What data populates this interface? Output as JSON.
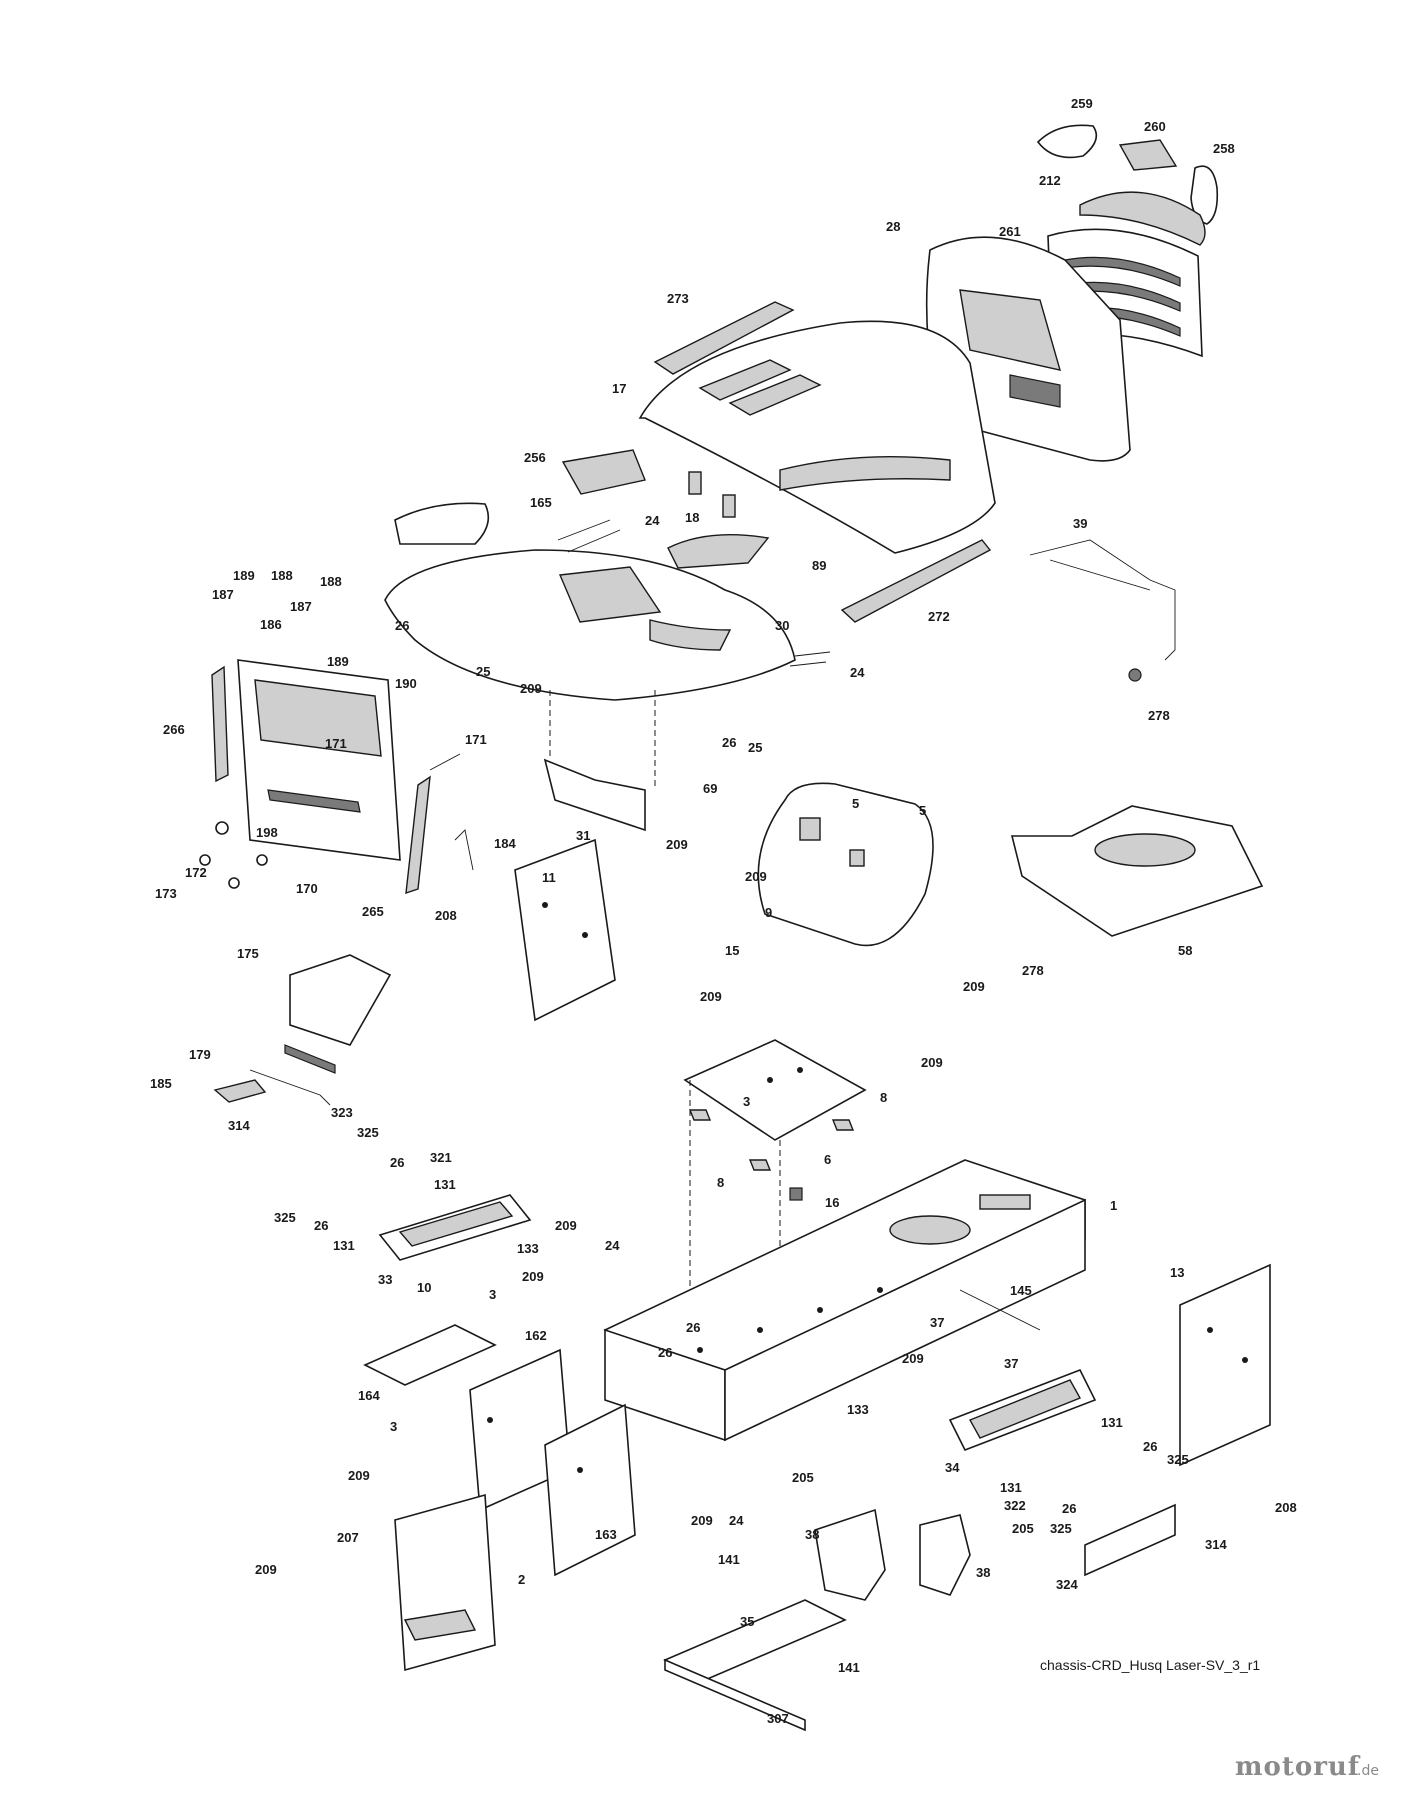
{
  "diagram": {
    "caption": "chassis-CRD_Husq Laser-SV_3_r1",
    "brand": {
      "name": "motoruf",
      "suffix": ".de"
    },
    "labels": [
      {
        "id": "l259",
        "text": "259"
      },
      {
        "id": "l260",
        "text": "260"
      },
      {
        "id": "l258",
        "text": "258"
      },
      {
        "id": "l212",
        "text": "212"
      },
      {
        "id": "l28",
        "text": "28"
      },
      {
        "id": "l261",
        "text": "261"
      },
      {
        "id": "l273",
        "text": "273"
      },
      {
        "id": "l17",
        "text": "17"
      },
      {
        "id": "l256",
        "text": "256"
      },
      {
        "id": "l18",
        "text": "18"
      },
      {
        "id": "l165",
        "text": "165"
      },
      {
        "id": "l24a",
        "text": "24"
      },
      {
        "id": "l89",
        "text": "89"
      },
      {
        "id": "l272",
        "text": "272"
      },
      {
        "id": "l39",
        "text": "39"
      },
      {
        "id": "l278a",
        "text": "278"
      },
      {
        "id": "l189a",
        "text": "189"
      },
      {
        "id": "l188a",
        "text": "188"
      },
      {
        "id": "l188b",
        "text": "188"
      },
      {
        "id": "l187a",
        "text": "187"
      },
      {
        "id": "l187b",
        "text": "187"
      },
      {
        "id": "l186",
        "text": "186"
      },
      {
        "id": "l189b",
        "text": "189"
      },
      {
        "id": "l26a",
        "text": "26"
      },
      {
        "id": "l25a",
        "text": "25"
      },
      {
        "id": "l30",
        "text": "30"
      },
      {
        "id": "l24b",
        "text": "24"
      },
      {
        "id": "l190",
        "text": "190"
      },
      {
        "id": "l266",
        "text": "266"
      },
      {
        "id": "l171a",
        "text": "171"
      },
      {
        "id": "l171b",
        "text": "171"
      },
      {
        "id": "l209a",
        "text": "209"
      },
      {
        "id": "l26b",
        "text": "26"
      },
      {
        "id": "l25b",
        "text": "25"
      },
      {
        "id": "l69",
        "text": "69"
      },
      {
        "id": "l31",
        "text": "31"
      },
      {
        "id": "l209b",
        "text": "209"
      },
      {
        "id": "l5a",
        "text": "5"
      },
      {
        "id": "l5b",
        "text": "5"
      },
      {
        "id": "l209c",
        "text": "209"
      },
      {
        "id": "l198",
        "text": "198"
      },
      {
        "id": "l172",
        "text": "172"
      },
      {
        "id": "l173",
        "text": "173"
      },
      {
        "id": "l170",
        "text": "170"
      },
      {
        "id": "l184",
        "text": "184"
      },
      {
        "id": "l265",
        "text": "265"
      },
      {
        "id": "l11",
        "text": "11"
      },
      {
        "id": "l9",
        "text": "9"
      },
      {
        "id": "l58",
        "text": "58"
      },
      {
        "id": "l278b",
        "text": "278"
      },
      {
        "id": "l208a",
        "text": "208"
      },
      {
        "id": "l15",
        "text": "15"
      },
      {
        "id": "l209d",
        "text": "209"
      },
      {
        "id": "l175",
        "text": "175"
      },
      {
        "id": "l209e",
        "text": "209"
      },
      {
        "id": "l209f",
        "text": "209"
      },
      {
        "id": "l179",
        "text": "179"
      },
      {
        "id": "l185",
        "text": "185"
      },
      {
        "id": "l3a",
        "text": "3"
      },
      {
        "id": "l8a",
        "text": "8"
      },
      {
        "id": "l323",
        "text": "323"
      },
      {
        "id": "l314a",
        "text": "314"
      },
      {
        "id": "l325a",
        "text": "325"
      },
      {
        "id": "l26c",
        "text": "26"
      },
      {
        "id": "l321",
        "text": "321"
      },
      {
        "id": "l131a",
        "text": "131"
      },
      {
        "id": "l8b",
        "text": "8"
      },
      {
        "id": "l6",
        "text": "6"
      },
      {
        "id": "l1",
        "text": "1"
      },
      {
        "id": "l325b",
        "text": "325"
      },
      {
        "id": "l26d",
        "text": "26"
      },
      {
        "id": "l16",
        "text": "16"
      },
      {
        "id": "l209g",
        "text": "209"
      },
      {
        "id": "l131b",
        "text": "131"
      },
      {
        "id": "l133a",
        "text": "133"
      },
      {
        "id": "l24c",
        "text": "24"
      },
      {
        "id": "l33",
        "text": "33"
      },
      {
        "id": "l10",
        "text": "10"
      },
      {
        "id": "l209h",
        "text": "209"
      },
      {
        "id": "l3b",
        "text": "3"
      },
      {
        "id": "l145",
        "text": "145"
      },
      {
        "id": "l13",
        "text": "13"
      },
      {
        "id": "l37a",
        "text": "37"
      },
      {
        "id": "l162",
        "text": "162"
      },
      {
        "id": "l26e",
        "text": "26"
      },
      {
        "id": "l209i",
        "text": "209"
      },
      {
        "id": "l37b",
        "text": "37"
      },
      {
        "id": "l164",
        "text": "164"
      },
      {
        "id": "l26f",
        "text": "26"
      },
      {
        "id": "l133b",
        "text": "133"
      },
      {
        "id": "l3c",
        "text": "3"
      },
      {
        "id": "l131c",
        "text": "131"
      },
      {
        "id": "l34",
        "text": "34"
      },
      {
        "id": "l26g",
        "text": "26"
      },
      {
        "id": "l325c",
        "text": "325"
      },
      {
        "id": "l209j",
        "text": "209"
      },
      {
        "id": "l205a",
        "text": "205"
      },
      {
        "id": "l131d",
        "text": "131"
      },
      {
        "id": "l322",
        "text": "322"
      },
      {
        "id": "l26h",
        "text": "26"
      },
      {
        "id": "l208b",
        "text": "208"
      },
      {
        "id": "l207",
        "text": "207"
      },
      {
        "id": "l163",
        "text": "163"
      },
      {
        "id": "l209k",
        "text": "209"
      },
      {
        "id": "l24d",
        "text": "24"
      },
      {
        "id": "l38a",
        "text": "38"
      },
      {
        "id": "l205b",
        "text": "205"
      },
      {
        "id": "l325d",
        "text": "325"
      },
      {
        "id": "l314b",
        "text": "314"
      },
      {
        "id": "l209l",
        "text": "209"
      },
      {
        "id": "l2",
        "text": "2"
      },
      {
        "id": "l141a",
        "text": "141"
      },
      {
        "id": "l38b",
        "text": "38"
      },
      {
        "id": "l324",
        "text": "324"
      },
      {
        "id": "l35",
        "text": "35"
      },
      {
        "id": "l141b",
        "text": "141"
      },
      {
        "id": "l307",
        "text": "307"
      }
    ]
  }
}
